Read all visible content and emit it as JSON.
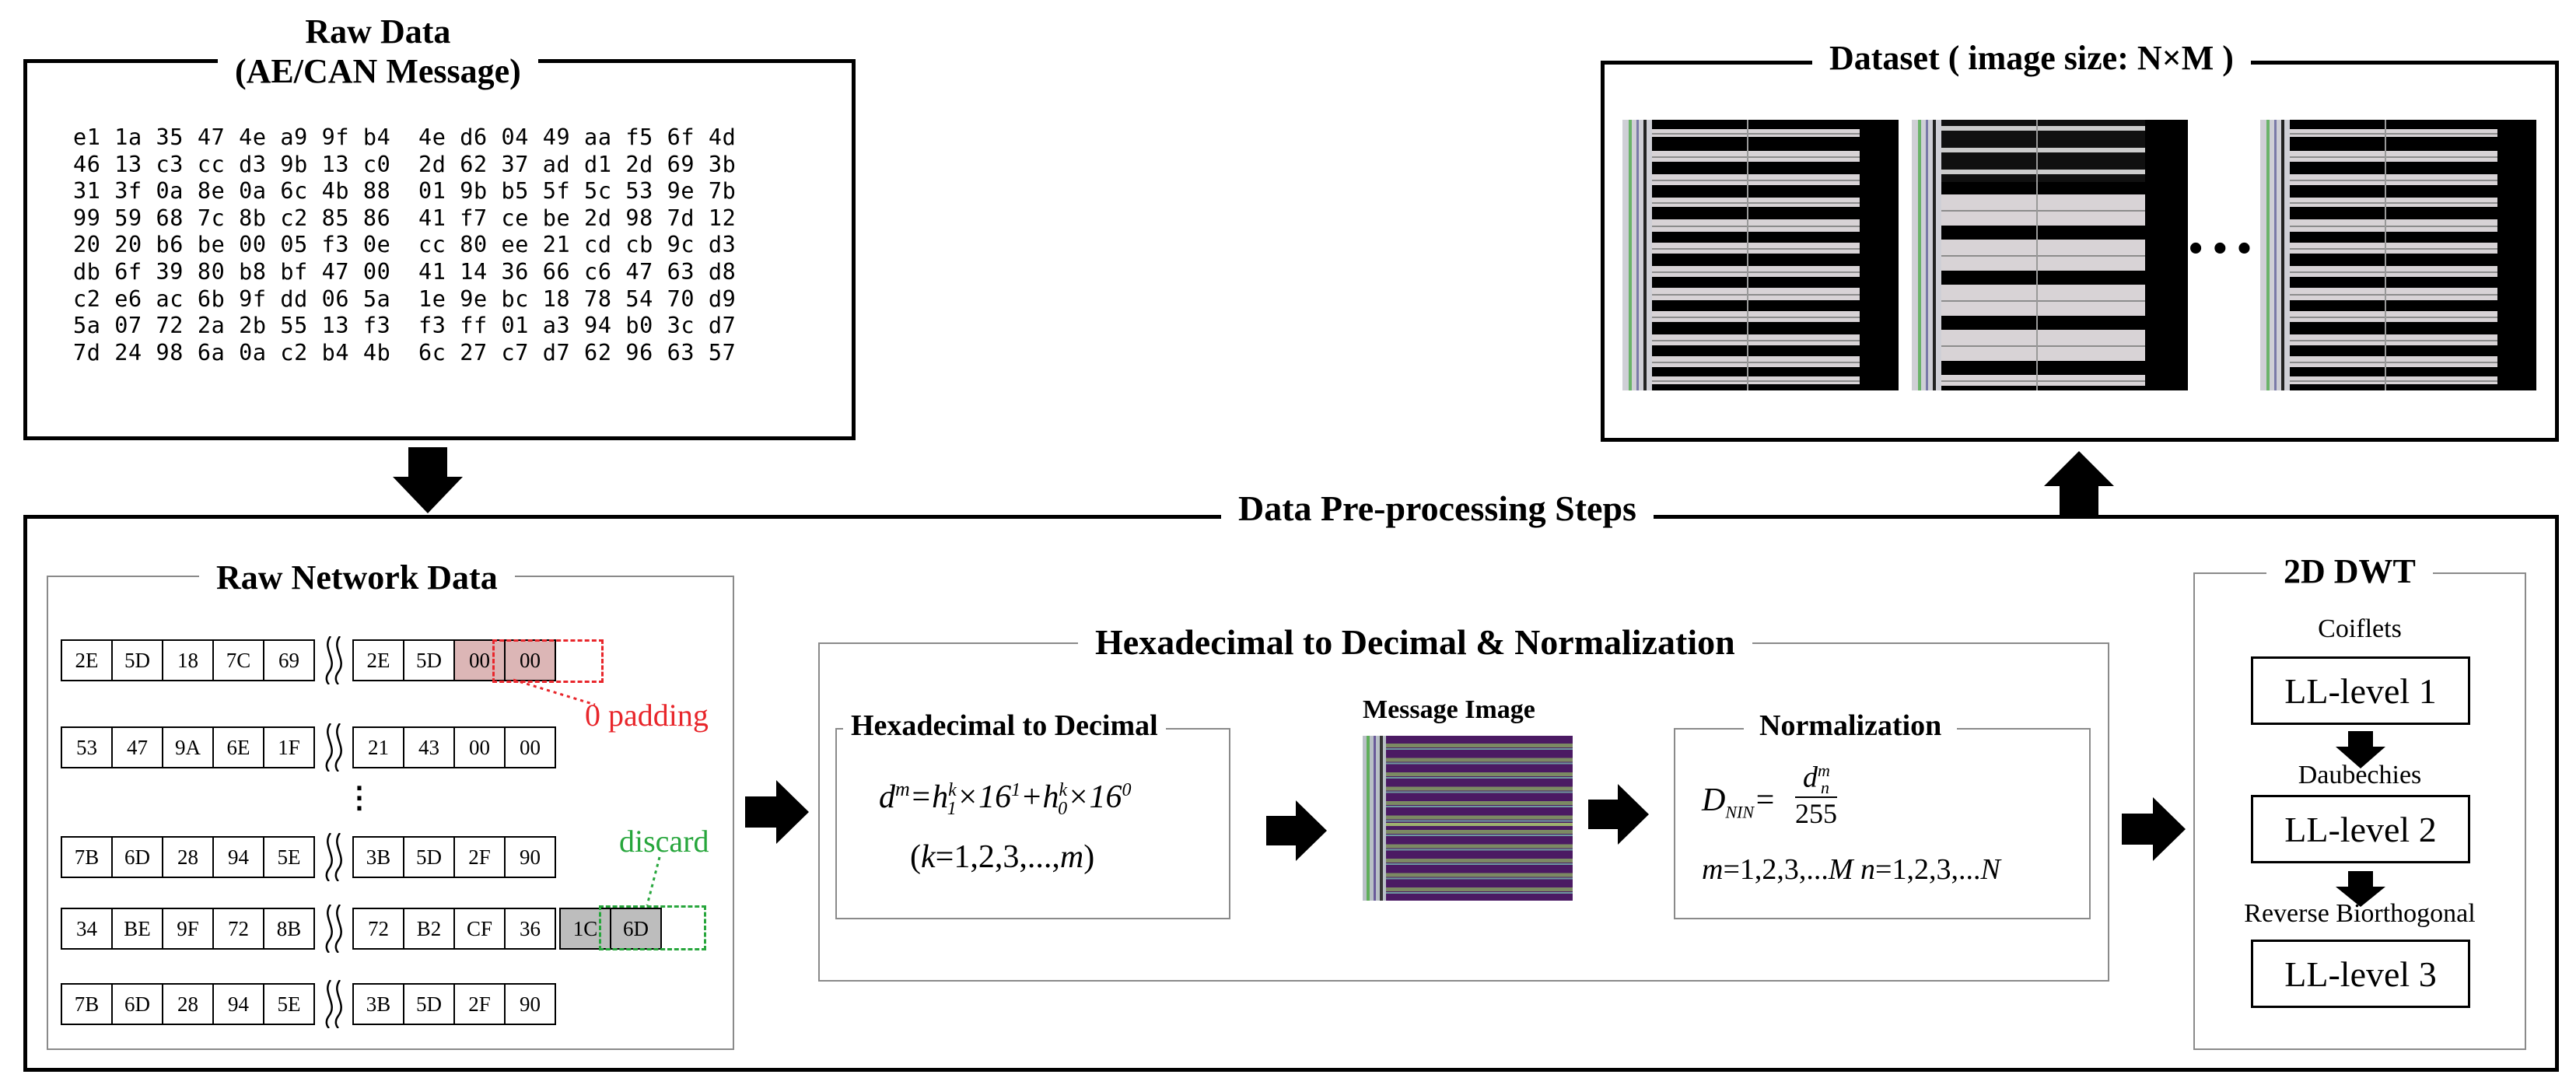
{
  "raw_data": {
    "title_line1": "Raw Data",
    "title_line2": "(AE/CAN Message)",
    "hex_lines": [
      "e1 1a 35 47 4e a9 9f b4  4e d6 04 49 aa f5 6f 4d",
      "46 13 c3 cc d3 9b 13 c0  2d 62 37 ad d1 2d 69 3b",
      "31 3f 0a 8e 0a 6c 4b 88  01 9b b5 5f 5c 53 9e 7b",
      "99 59 68 7c 8b c2 85 86  41 f7 ce be 2d 98 7d 12",
      "20 20 b6 be 00 05 f3 0e  cc 80 ee 21 cd cb 9c d3",
      "db 6f 39 80 b8 bf 47 00  41 14 36 66 c6 47 63 d8",
      "c2 e6 ac 6b 9f dd 06 5a  1e 9e bc 18 78 54 70 d9",
      "5a 07 72 2a 2b 55 13 f3  f3 ff 01 a3 94 b0 3c d7",
      "7d 24 98 6a 0a c2 b4 4b  6c 27 c7 d7 62 96 63 57"
    ]
  },
  "dataset": {
    "title": "Dataset ( image size: N×M )",
    "ellipsis": "• • •"
  },
  "preprocessing": {
    "title": "Data Pre-processing Steps"
  },
  "raw_network": {
    "title": "Raw Network Data",
    "rows": [
      {
        "left": [
          "2E",
          "5D",
          "18",
          "7C",
          "69"
        ],
        "right": [
          "2E",
          "5D"
        ],
        "extra": [
          "00",
          "00"
        ],
        "extra_kind": "pad"
      },
      {
        "left": [
          "53",
          "47",
          "9A",
          "6E",
          "1F"
        ],
        "right": [
          "21",
          "43",
          "00",
          "00"
        ],
        "extra": [],
        "extra_kind": ""
      },
      {
        "left": [
          "7B",
          "6D",
          "28",
          "94",
          "5E"
        ],
        "right": [
          "3B",
          "5D",
          "2F",
          "90"
        ],
        "extra": [],
        "extra_kind": ""
      },
      {
        "left": [
          "34",
          "BE",
          "9F",
          "72",
          "8B"
        ],
        "right": [
          "72",
          "B2",
          "CF",
          "36"
        ],
        "extra": [
          "1C",
          "6D"
        ],
        "extra_kind": "dis"
      },
      {
        "left": [
          "7B",
          "6D",
          "28",
          "94",
          "5E"
        ],
        "right": [
          "3B",
          "5D",
          "2F",
          "90"
        ],
        "extra": [],
        "extra_kind": ""
      }
    ],
    "vdots": "⋮",
    "padding_label": "0 padding",
    "discard_label": "discard"
  },
  "hex_norm": {
    "title": "Hexadecimal to Decimal & Normalization",
    "h2d_title": "Hexadecimal to Decimal",
    "message_image_label": "Message Image",
    "norm_title": "Normalization"
  },
  "dwt": {
    "title": "2D DWT",
    "levels": [
      {
        "wavelet": "Coiflets",
        "label": "LL-level 1"
      },
      {
        "wavelet": "Daubechies",
        "label": "LL-level 2"
      },
      {
        "wavelet": "Reverse Biorthogonal",
        "label": "LL-level 3"
      }
    ]
  },
  "colors": {
    "padding_red": "#e8262b",
    "discard_green": "#27a63c",
    "pad_fill": "#dcb6b6",
    "discard_fill": "#bdbdbd",
    "image_purple": "#4b1a63"
  }
}
